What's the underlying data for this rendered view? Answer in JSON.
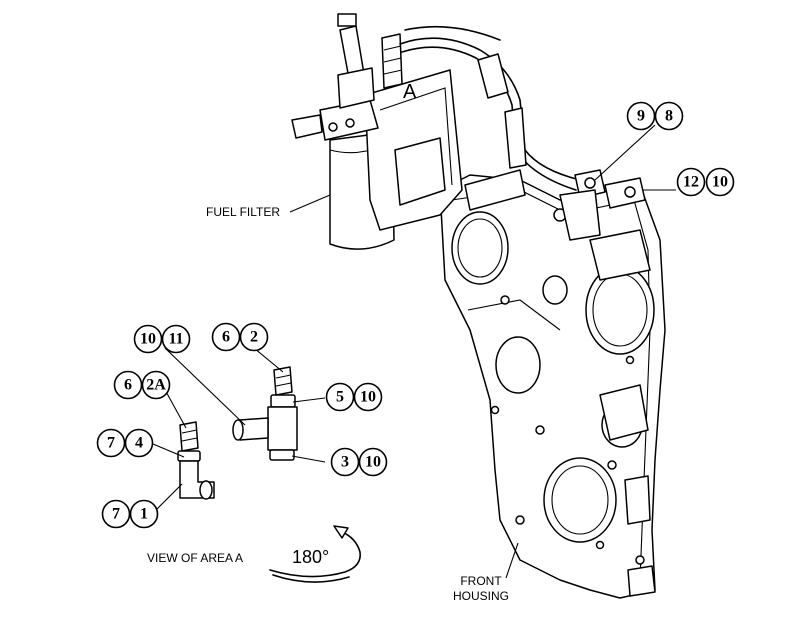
{
  "labels": {
    "fuel_filter": "FUEL FILTER",
    "area_a": "A",
    "view_of_area": "VIEW OF AREA  A",
    "rotation": "180°",
    "front_housing_line1": "FRONT",
    "front_housing_line2": "HOUSING"
  },
  "callouts": [
    [
      "9",
      "8"
    ],
    [
      "12",
      "10"
    ],
    [
      "10",
      "11"
    ],
    [
      "6",
      "2"
    ],
    [
      "5",
      "10"
    ],
    [
      "6",
      "2A"
    ],
    [
      "7",
      "4"
    ],
    [
      "3",
      "10"
    ],
    [
      "7",
      "1"
    ]
  ]
}
